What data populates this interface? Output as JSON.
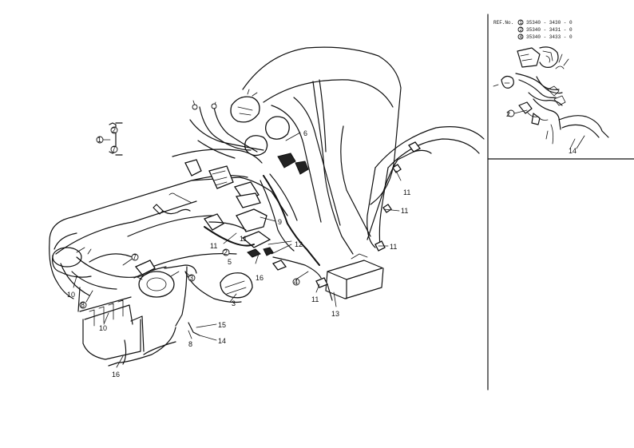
{
  "ref_table": {
    "heading": "REF.No.",
    "rows": [
      {
        "mark": "1",
        "part_no": "35340 - 3430 - 0"
      },
      {
        "mark": "2",
        "part_no": "35340 - 3431 - 0"
      },
      {
        "mark": "4",
        "part_no": "35340 - 3433 - 0"
      }
    ]
  },
  "inset_labels": {
    "a": "2",
    "b": "14"
  },
  "detail_labels": {
    "a": "1",
    "b": "2",
    "c": "7"
  },
  "callouts": {
    "c1": "6",
    "c2": "9",
    "c3": "11",
    "c4": "12",
    "c5": "11",
    "c6": "2",
    "c7": "5",
    "c8": "16",
    "c9": "4",
    "c10": "11",
    "c11": "13",
    "c12": "11",
    "c13": "11",
    "c14": "11",
    "c15": "7",
    "c16": "10",
    "c17": "8",
    "c18": "10",
    "c19": "3",
    "c20": "3",
    "c21": "15",
    "c22": "14",
    "c23": "8",
    "c24": "16"
  }
}
